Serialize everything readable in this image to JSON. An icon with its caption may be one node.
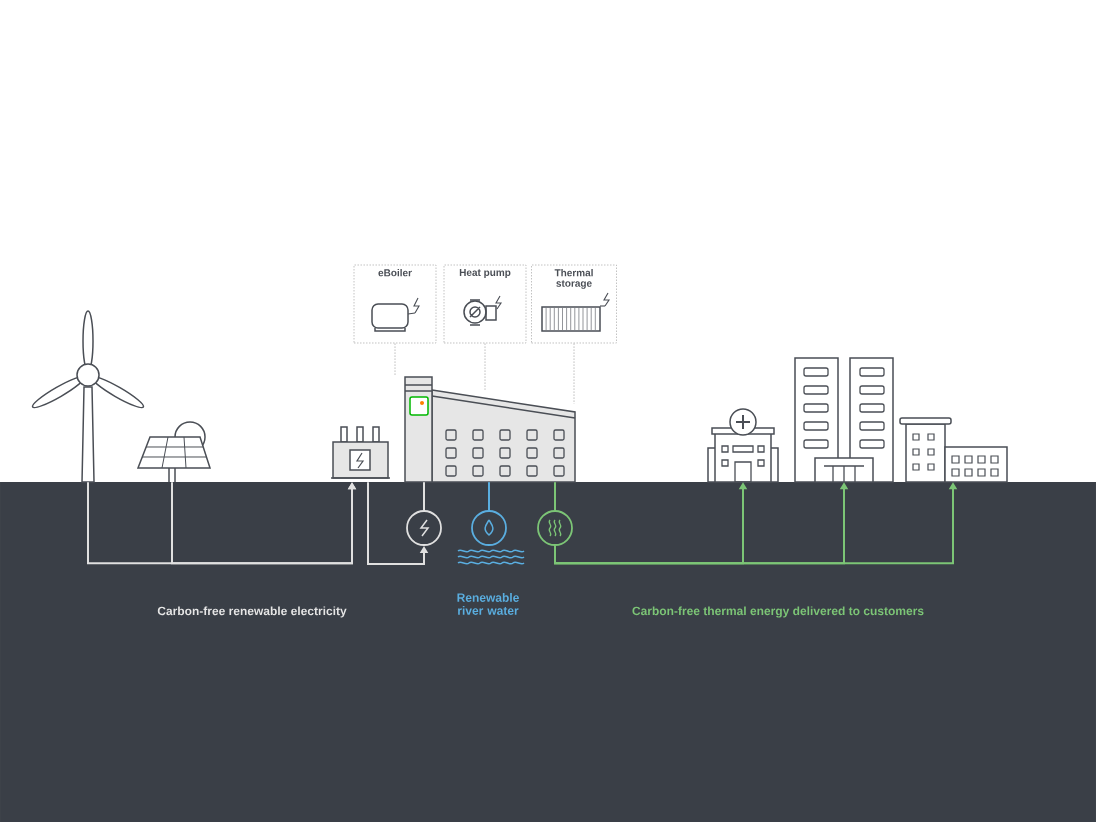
{
  "diagram": {
    "nodes": [
      {
        "text": [
          "eBoiler"
        ]
      },
      {
        "text": [
          "Heat pump"
        ]
      },
      {
        "text": [
          "Thermal storage"
        ]
      },
      {
        "text": [],
        "shape": "picture"
      },
      {
        "text": [],
        "shape": "picture"
      },
      {
        "text": [],
        "shape": "picture"
      },
      {
        "text": [],
        "shape": "picture"
      },
      {
        "text": [],
        "shape": "circle"
      },
      {
        "text": [],
        "shape": "circle"
      },
      {
        "text": [],
        "shape": "circle"
      },
      {
        "text": [],
        "shape": "picture"
      },
      {
        "text": [],
        "shape": "picture"
      },
      {
        "text": [],
        "shape": "picture"
      }
    ],
    "edges": [
      {
        "from": 0,
        "to": 6,
        "arrow": "none",
        "style": "dashed",
        "color": "#aaaaaa"
      },
      {
        "from": 1,
        "to": 6,
        "arrow": "none",
        "style": "dashed",
        "color": "#aaaaaa"
      },
      {
        "from": 2,
        "to": 6,
        "arrow": "none",
        "style": "dashed",
        "color": "#aaaaaa"
      },
      {
        "from": 3,
        "to": 5,
        "arrow": "to"
      },
      {
        "from": 4,
        "to": 5,
        "arrow": "to"
      },
      {
        "from": 5,
        "to": 7,
        "arrow": "to"
      },
      {
        "from": 7,
        "to": 6,
        "arrow": "none"
      },
      {
        "from": 8,
        "to": 6,
        "arrow": "none",
        "color": "#5aaee0"
      },
      {
        "from": 6,
        "to": 9,
        "arrow": "none",
        "color": "#7cc576"
      },
      {
        "from": 9,
        "to": 10,
        "arrow": "to",
        "color": "#7cc576"
      },
      {
        "from": 9,
        "to": 11,
        "arrow": "to",
        "color": "#7cc576"
      },
      {
        "from": 9,
        "to": 12,
        "arrow": "to",
        "color": "#7cc576"
      }
    ],
    "labels": [
      "Carbon-free renewable electricity",
      "Renewable river water",
      "Carbon-free thermal energy delivered to customers"
    ]
  }
}
